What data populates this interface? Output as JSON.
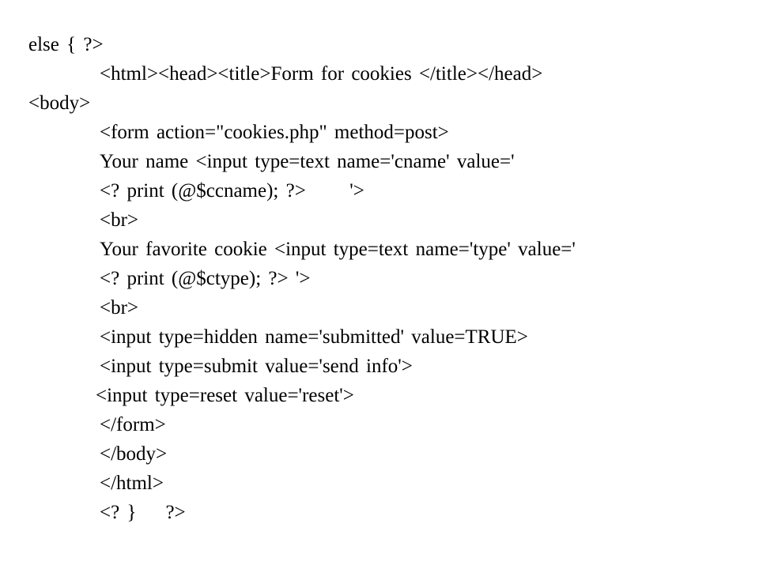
{
  "code": {
    "lines": [
      "else { ?>",
      "<html><head><title>Form for cookies </title></head>",
      "<body>",
      "<form action=\"cookies.php\" method=post>",
      "Your name <input type=text name='cname' value='",
      "<? print (@$ccname); ?>      '>",
      "<br>",
      "Your favorite cookie <input type=text name='type' value='",
      "<? print (@$ctype); ?> '>",
      "<br>",
      "<input type=hidden name='submitted' value=TRUE>",
      "<input type=submit value='send info'>",
      "<input type=reset value='reset'>",
      "</form>",
      "</body>",
      "</html>",
      "<? }    ?>"
    ]
  }
}
